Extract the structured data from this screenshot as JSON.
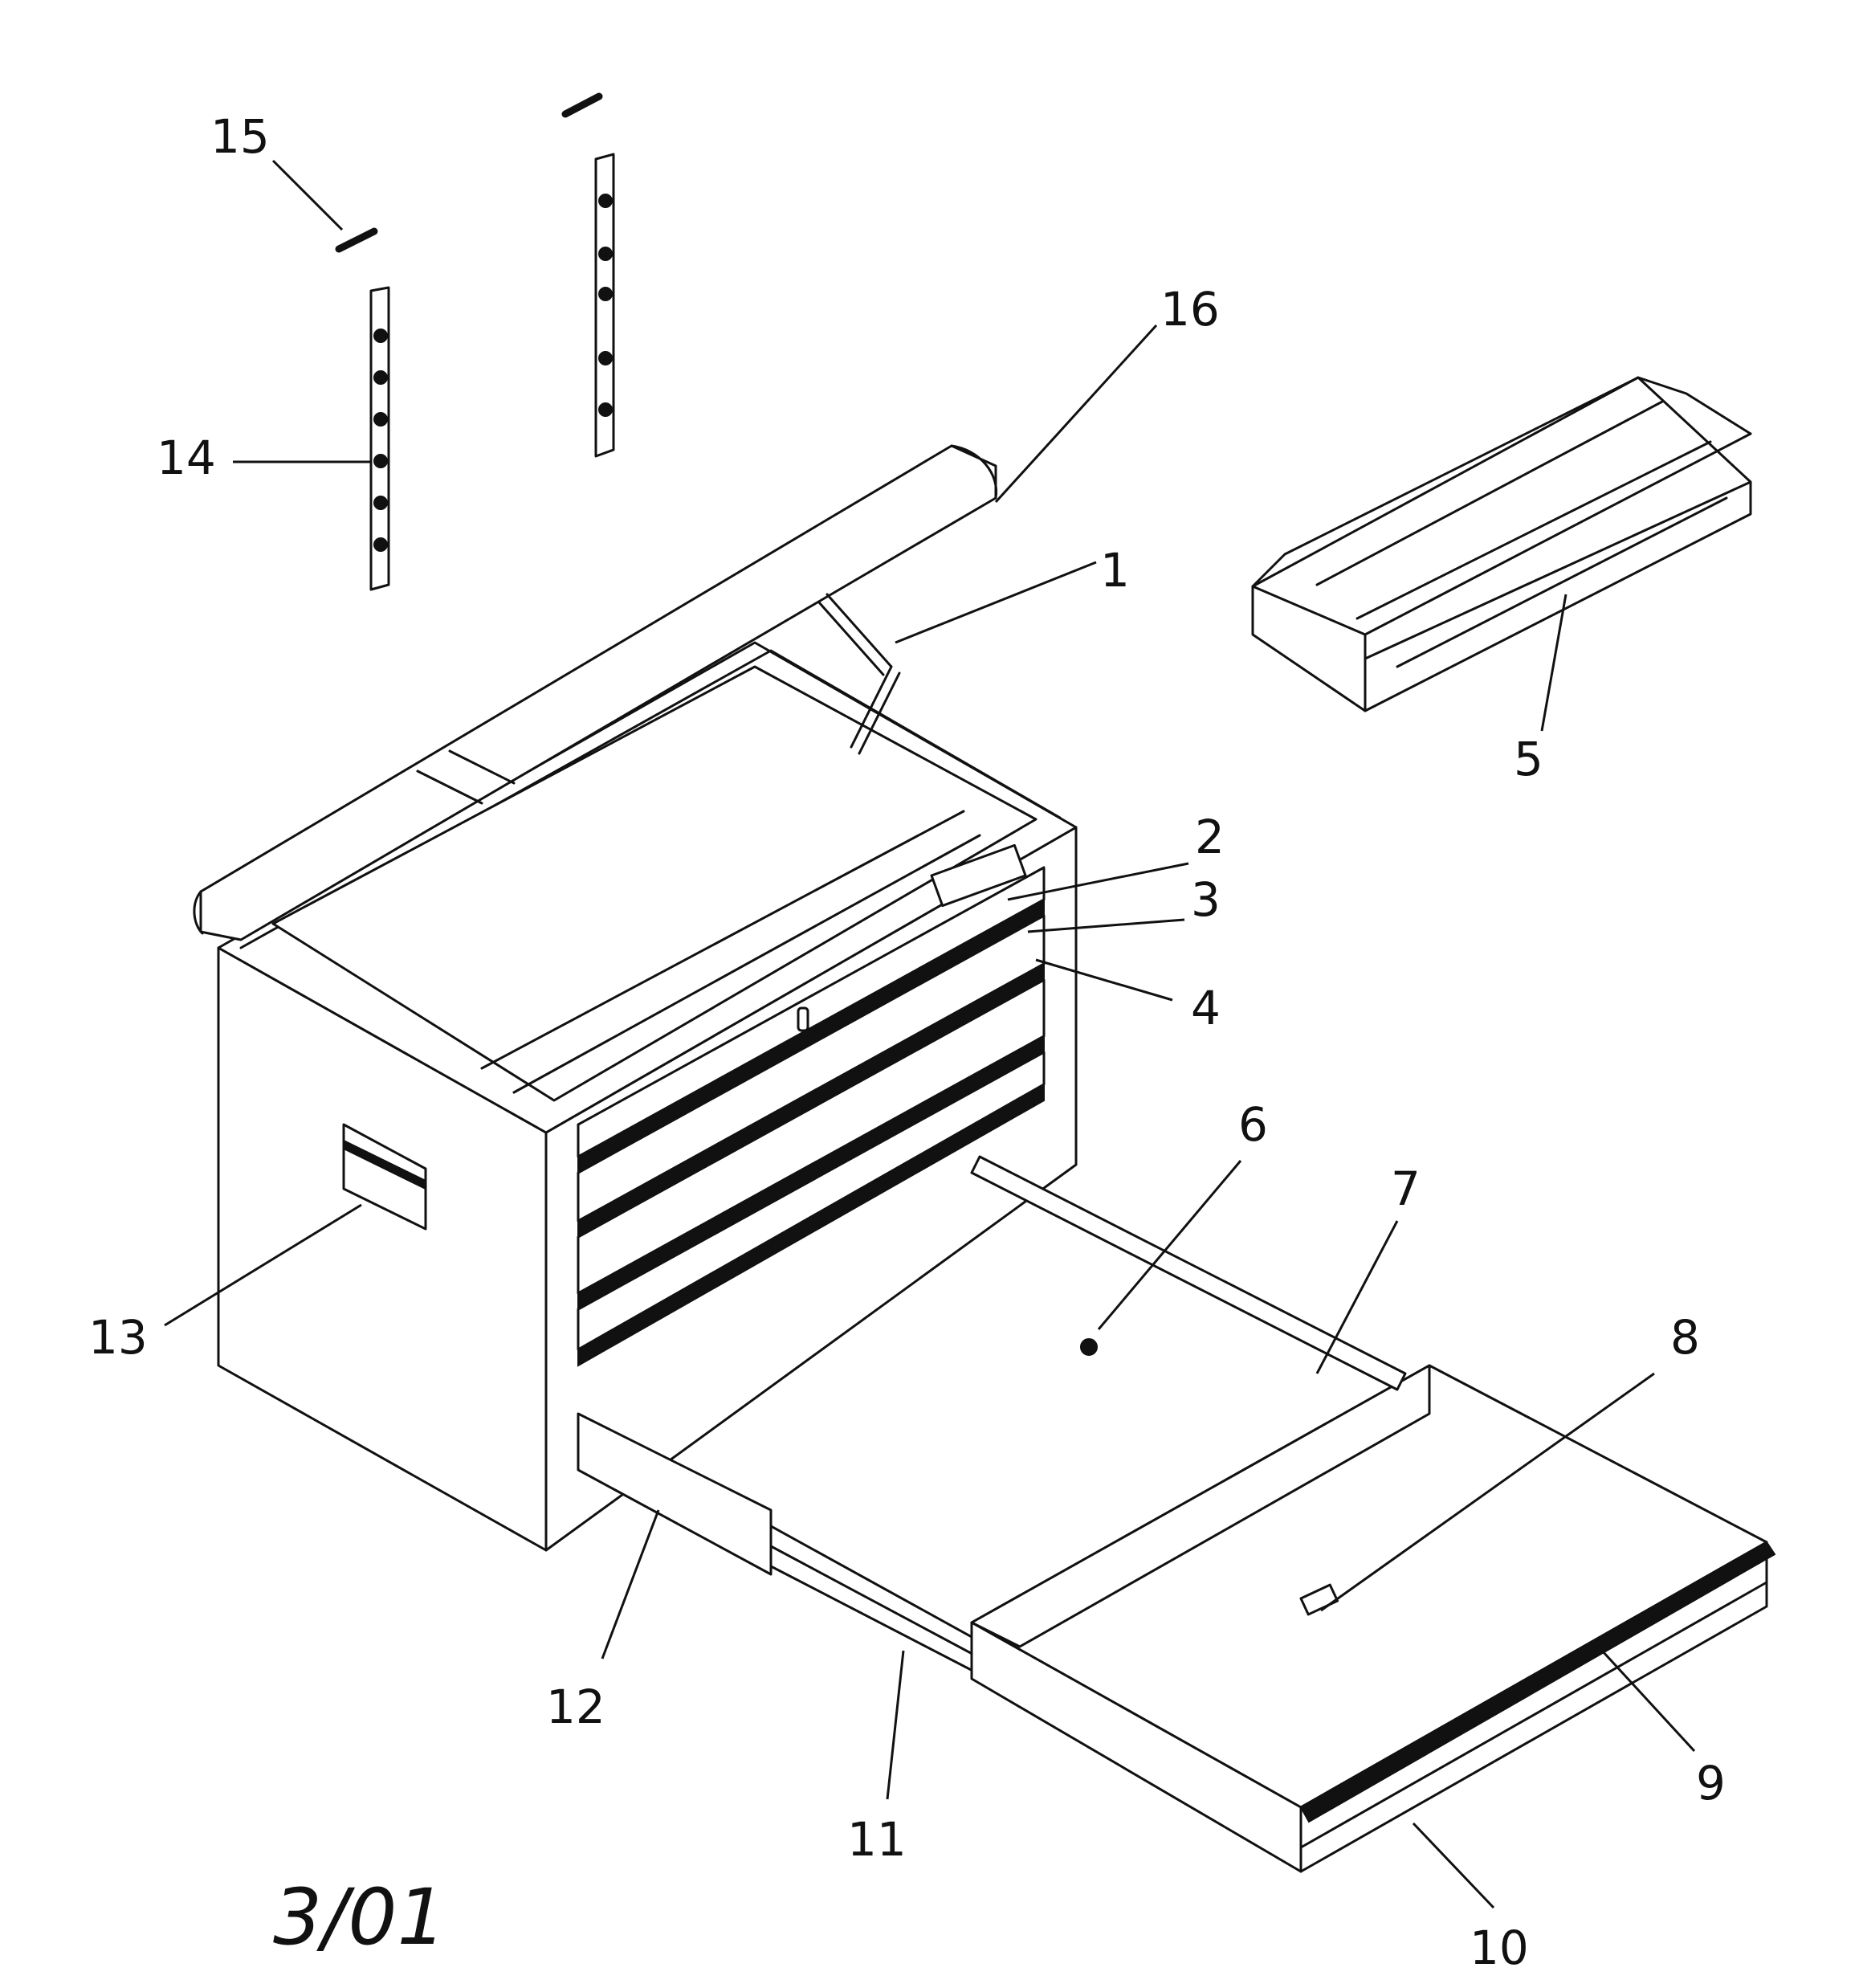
{
  "diagram": {
    "callouts": [
      {
        "id": "1",
        "label": "1"
      },
      {
        "id": "2",
        "label": "2"
      },
      {
        "id": "3",
        "label": "3"
      },
      {
        "id": "4",
        "label": "4"
      },
      {
        "id": "5",
        "label": "5"
      },
      {
        "id": "6",
        "label": "6"
      },
      {
        "id": "7",
        "label": "7"
      },
      {
        "id": "8",
        "label": "8"
      },
      {
        "id": "9",
        "label": "9"
      },
      {
        "id": "10",
        "label": "10"
      },
      {
        "id": "11",
        "label": "11"
      },
      {
        "id": "12",
        "label": "12"
      },
      {
        "id": "13",
        "label": "13"
      },
      {
        "id": "14",
        "label": "14"
      },
      {
        "id": "15",
        "label": "15"
      },
      {
        "id": "16",
        "label": "16"
      }
    ],
    "date_mark": "3/01"
  }
}
